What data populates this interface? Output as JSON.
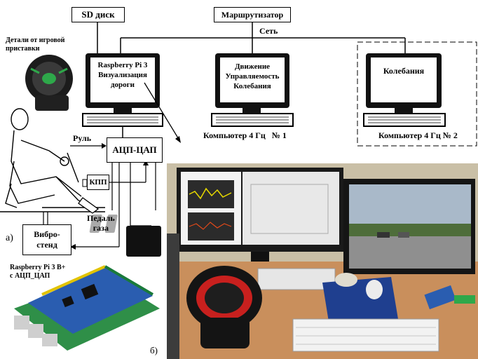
{
  "labels": {
    "sd_card": "SD диск",
    "router": "Маршрутизатор",
    "network": "Сеть",
    "game_parts": "Детали от игровой\nприставки",
    "rpi_screen": "Raspberry Pi 3\nВизуализация\nдороги",
    "pc1_screen": "Движение\nУправляемость\nКолебания",
    "pc2_screen": "Колебания",
    "pc1_caption": "Компьютер 4 Гц   № 1",
    "pc2_caption": "Компьютер 4 Гц № 2",
    "adc_dac": "АЦП-ЦАП",
    "steering": "Руль",
    "gearbox": "КПП",
    "gas_pedal": "Педаль\nгаза",
    "vibro_stand": "Вибро-\nстенд",
    "label_a": "а)",
    "rpi_board": "Raspberry Pi 3 B+\nс АЦП_ЦАП",
    "label_b": "б)"
  },
  "colors": {
    "line": "#000000",
    "photo_wall": "#c9bfa6",
    "desk": "#c98f5c",
    "board_blue": "#2a5db0",
    "wheel_red": "#c8201e"
  }
}
